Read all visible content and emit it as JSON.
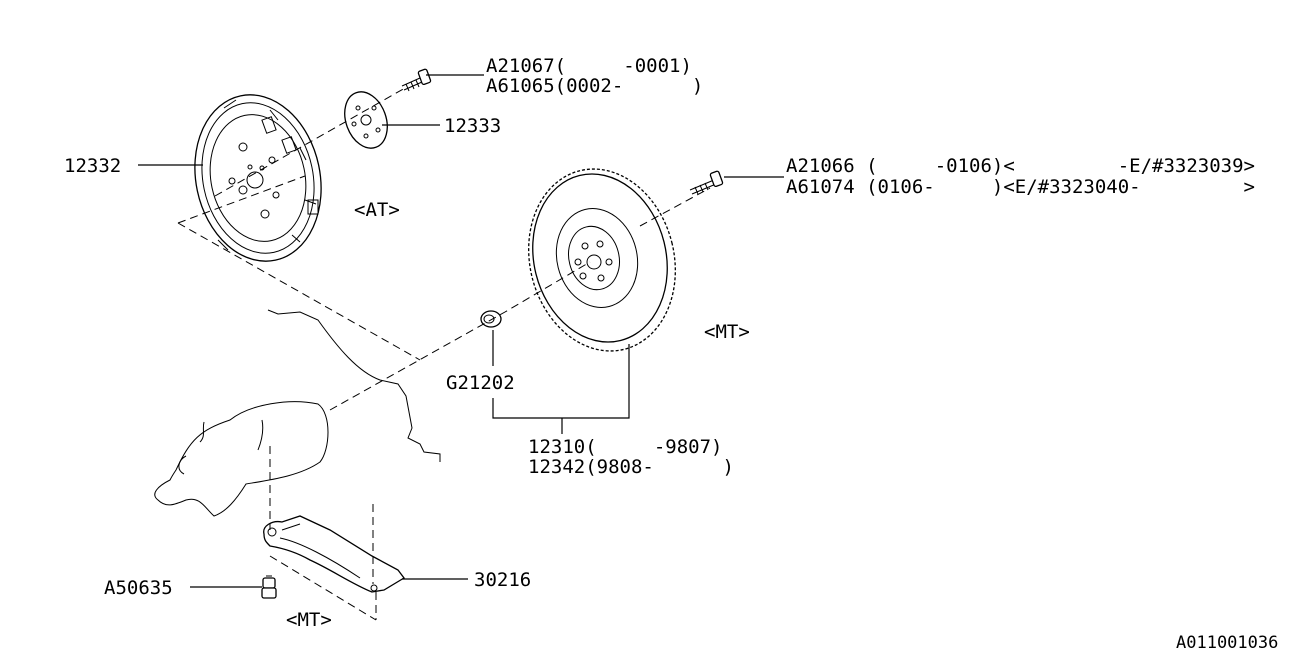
{
  "labels": {
    "a21067": "A21067(     -0001)",
    "a61065": "A61065(0002-      )",
    "p12333": "12333",
    "p12332": "12332",
    "at": "<AT>",
    "a21066": "A21066 (     -0106)<         -E/#3323039>",
    "a61074": "A61074 (0106-     )<E/#3323040-         >",
    "mt_flywheel": "<MT>",
    "g21202": "G21202",
    "p12310": "12310(     -9807)",
    "p12342": "12342(9808-      )",
    "a50635": "A50635",
    "p30216": "30216",
    "mt_cover": "<MT>",
    "diagram_id": "A011001036"
  }
}
